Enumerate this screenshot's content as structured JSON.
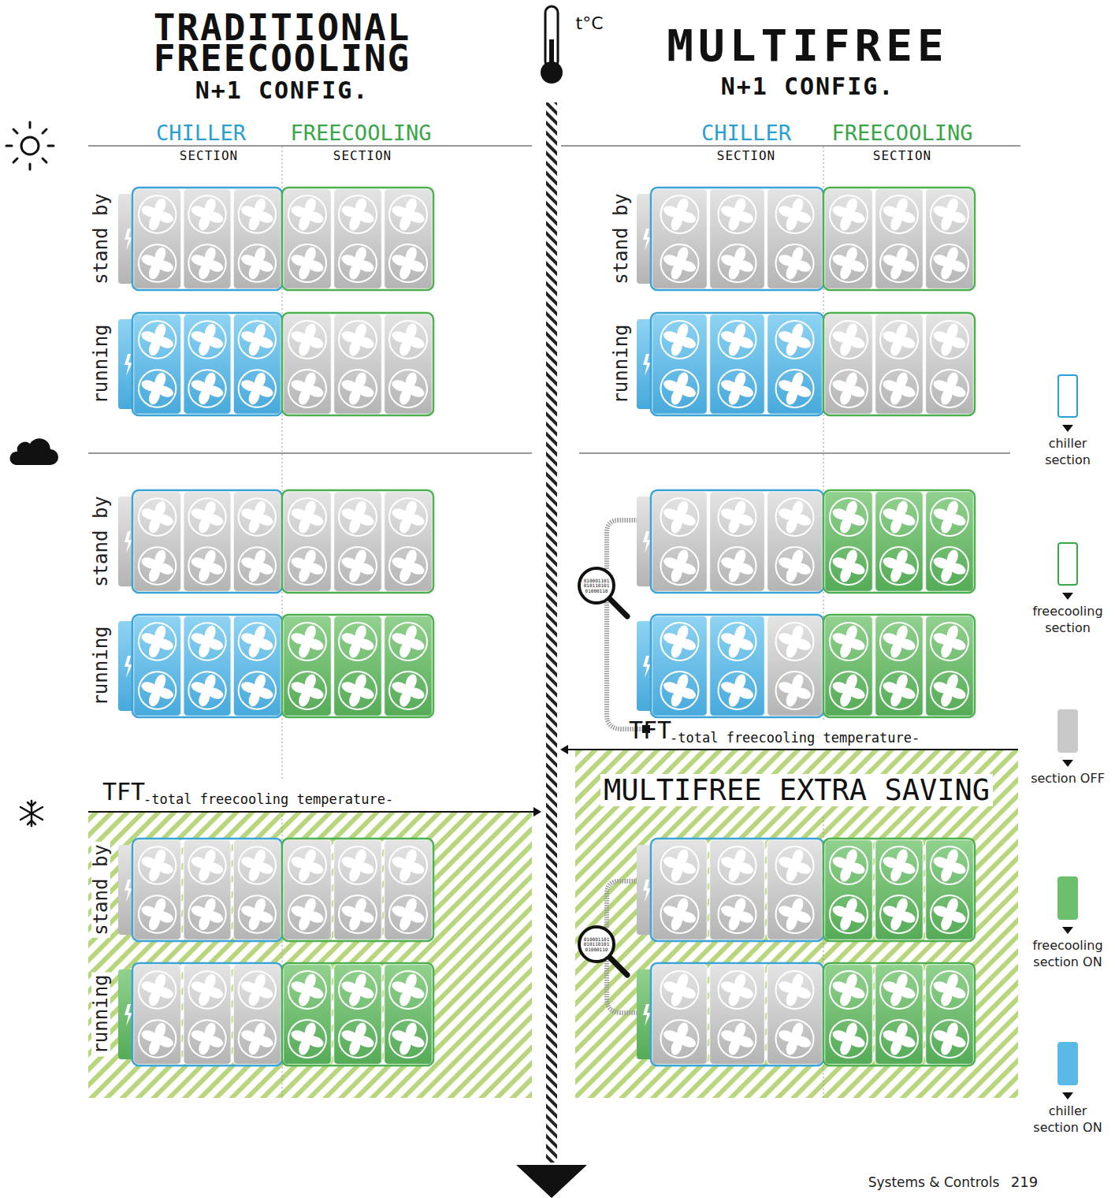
{
  "diagram": {
    "nodes": [
      {
        "text": [
          "TFT",
          "-total freecooling temperature-"
        ]
      },
      {
        "text": [
          "TFT",
          "-total freecooling temperature-",
          "MULTIFREE EXTRA SAVING"
        ]
      }
    ],
    "labels": [
      "TRADITIONAL FREECOOLING",
      "N+1 CONFIG.",
      "t°C",
      "MULTIFREE",
      "N+1 CONFIG.",
      "CHILLER",
      "SECTION",
      "FREECOOLING",
      "SECTION",
      "CHILLER",
      "SECTION",
      "FREECOOLING",
      "SECTION",
      "stand by",
      "running",
      "stand by",
      "running",
      "stand by",
      "running",
      "stand by",
      "running",
      "010001101 010110101 01000110",
      "010001101 010110101 01000110",
      "Systems & Controls",
      "219"
    ],
    "legend": [
      {
        "text": "chiller section"
      },
      {
        "text": "freecooling section"
      },
      {
        "text": "section OFF",
        "color": "#c9c9c9"
      },
      {
        "text": "freecooling section ON",
        "color": "#6cc06c"
      },
      {
        "text": "chiller section ON",
        "color": "#5ab9e7"
      }
    ]
  }
}
